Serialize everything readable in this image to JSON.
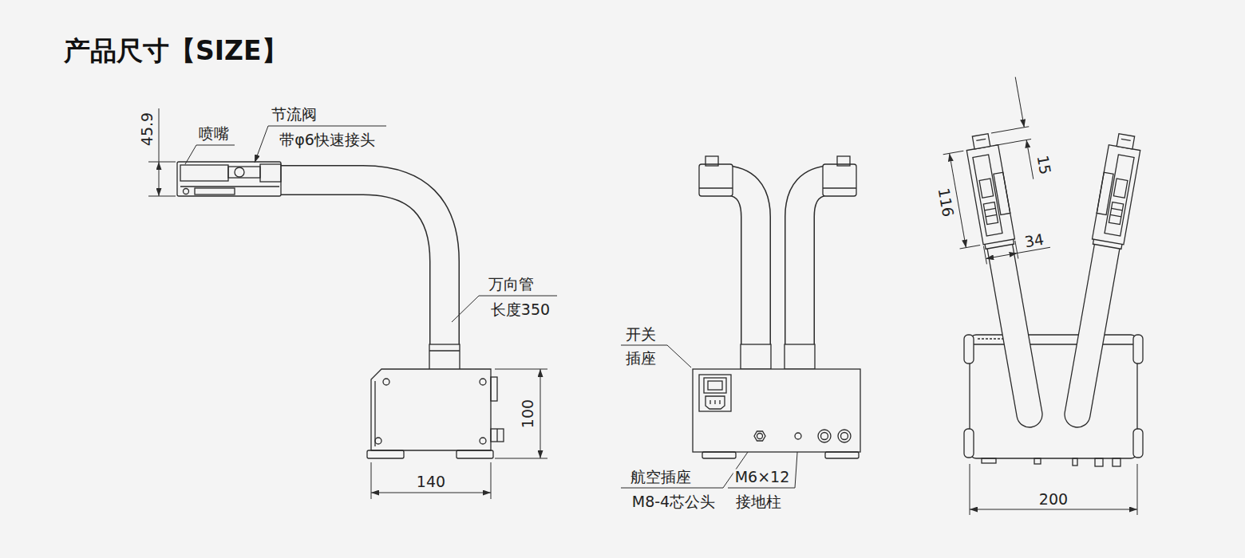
{
  "diagram": {
    "title": "产品尺寸【SIZE】",
    "labels": [
      "45.9",
      "喷嘴",
      "节流阀",
      "带φ6快速接头",
      "万向管",
      "长度350",
      "100",
      "140",
      "开关",
      "插座",
      "航空插座",
      "M8-4芯公头",
      "M6×12",
      "接地柱",
      "15",
      "116",
      "34",
      "200"
    ]
  }
}
